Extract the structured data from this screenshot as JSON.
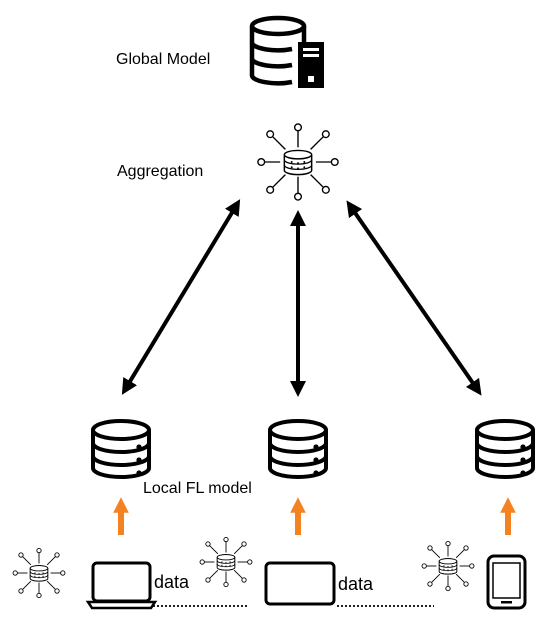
{
  "labels": {
    "global_model": "Global Model",
    "aggregation": "Aggregation",
    "local_fl_model": "Local FL model",
    "data_left": "data",
    "data_right": "data"
  },
  "colors": {
    "stroke": "#000000",
    "upload_arrow": "#f58220",
    "background": "#ffffff"
  },
  "icons": {
    "global": "database-server-icon",
    "aggregation": "aggregation-hub-icon",
    "local": "database-icon",
    "devices": [
      "laptop-icon",
      "tablet-icon",
      "phone-icon"
    ]
  }
}
